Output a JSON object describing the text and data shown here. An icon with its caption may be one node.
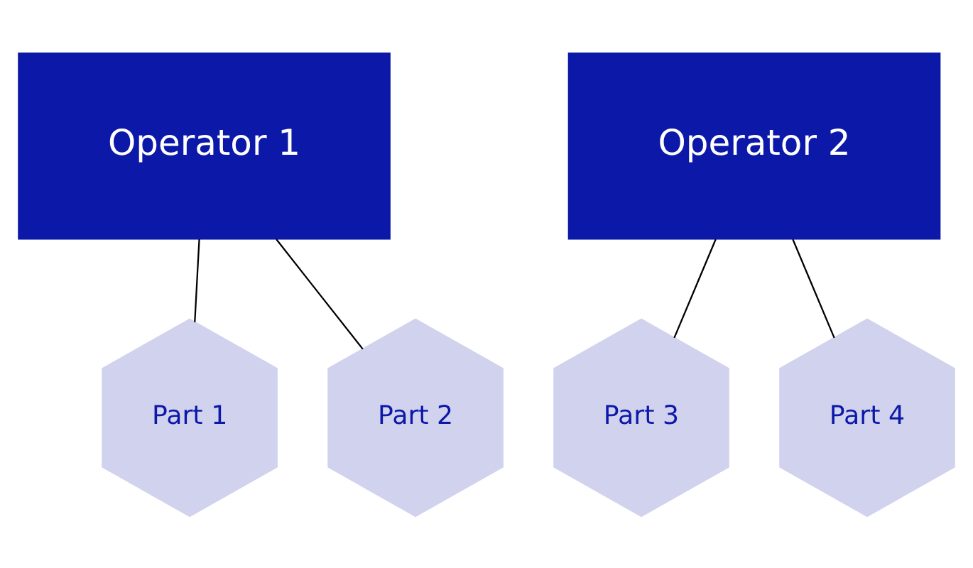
{
  "diagram": {
    "nodes": [
      {
        "text": [
          "Operator 1"
        ]
      },
      {
        "text": [
          "Operator 2"
        ]
      },
      {
        "text": [
          "Part 1"
        ]
      },
      {
        "text": [
          "Part 2"
        ]
      },
      {
        "text": [
          "Part 3"
        ]
      },
      {
        "text": [
          "Part 4"
        ]
      }
    ],
    "edges": [
      {
        "from": 0,
        "to": 2,
        "arrow": "none"
      },
      {
        "from": 0,
        "to": 3,
        "arrow": "none"
      },
      {
        "from": 1,
        "to": 4,
        "arrow": "none"
      },
      {
        "from": 1,
        "to": 5,
        "arrow": "none"
      }
    ]
  }
}
